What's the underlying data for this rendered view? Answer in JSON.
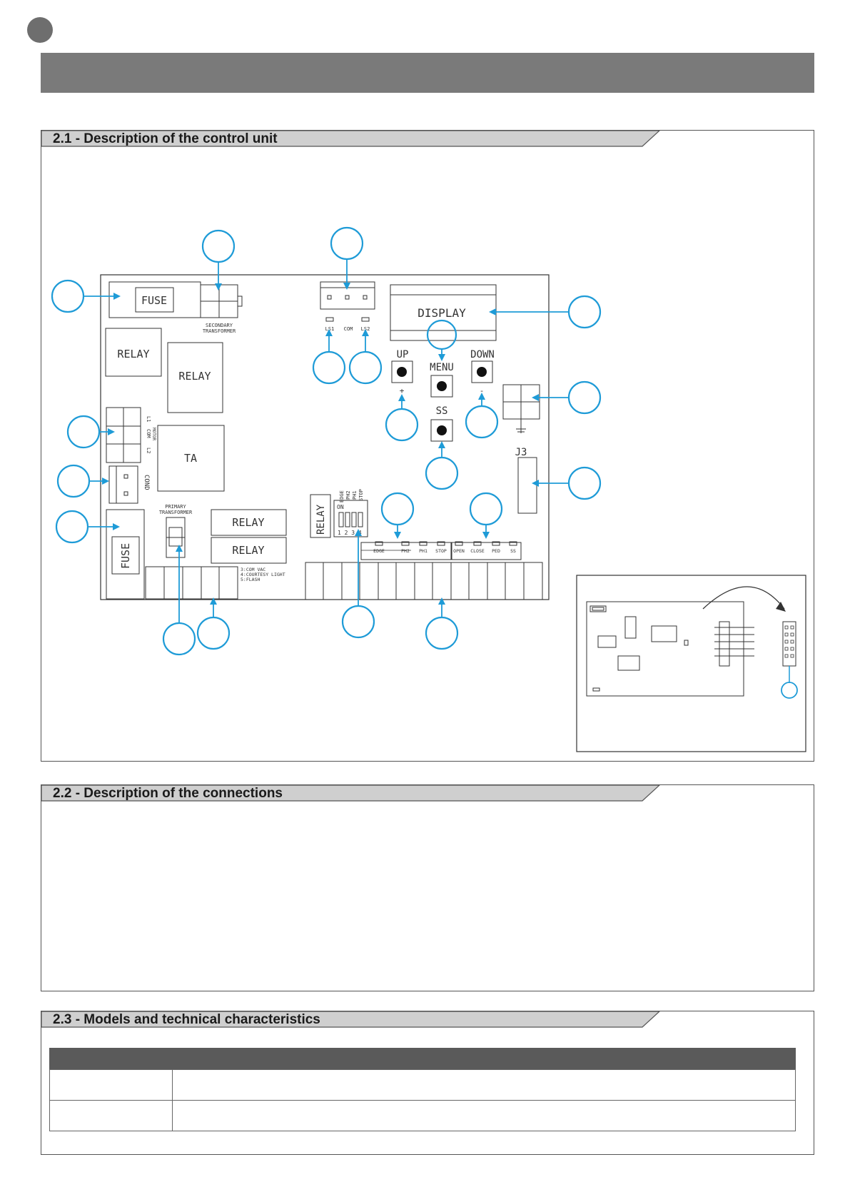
{
  "sections": {
    "s1": {
      "title": "2.1 - Description of the control unit"
    },
    "s2": {
      "title": "2.2 - Description of the connections"
    },
    "s3": {
      "title": "2.3 - Models and technical characteristics"
    }
  },
  "board": {
    "fuse_top": "FUSE",
    "fuse_bottom": "FUSE",
    "secondary_transformer_1": "SECONDARY",
    "secondary_transformer_2": "TRANSFORMER",
    "ls1": "LS1",
    "com": "COM",
    "ls2": "LS2",
    "display": "DISPLAY",
    "relay_1": "RELAY",
    "relay_2": "RELAY",
    "relay_3": "RELAY",
    "relay_4": "RELAY",
    "relay_5": "RELAY",
    "ta": "TA",
    "motor_l1": "L1",
    "motor_com": "COM",
    "motor_label": "MOTOR",
    "motor_l2": "L2",
    "cond": "COND",
    "primary_transformer_1": "PRIMARY",
    "primary_transformer_2": "TRANSFORMER",
    "up": "UP",
    "menu": "MENU",
    "down": "DOWN",
    "plus": "+",
    "minus": "-",
    "ss_button": "SS",
    "j3": "J3",
    "dip_edge": "EDGE",
    "dip_ph2": "PH2",
    "dip_ph1": "PH1",
    "dip_stop": "STOP",
    "dip_on": "ON",
    "dip_numbers": "1 2 3 4",
    "led_edge": "EDGE",
    "led_ph2": "PH2",
    "led_ph1": "PH1",
    "led_stop": "STOP",
    "led_open": "OPEN",
    "led_close": "CLOSE",
    "led_ped": "PED",
    "led_ss": "SS",
    "terminal_note_1": "3:COM VAC",
    "terminal_note_2": "4:COURTESY LIGHT",
    "terminal_note_3": "5:FLASH"
  }
}
